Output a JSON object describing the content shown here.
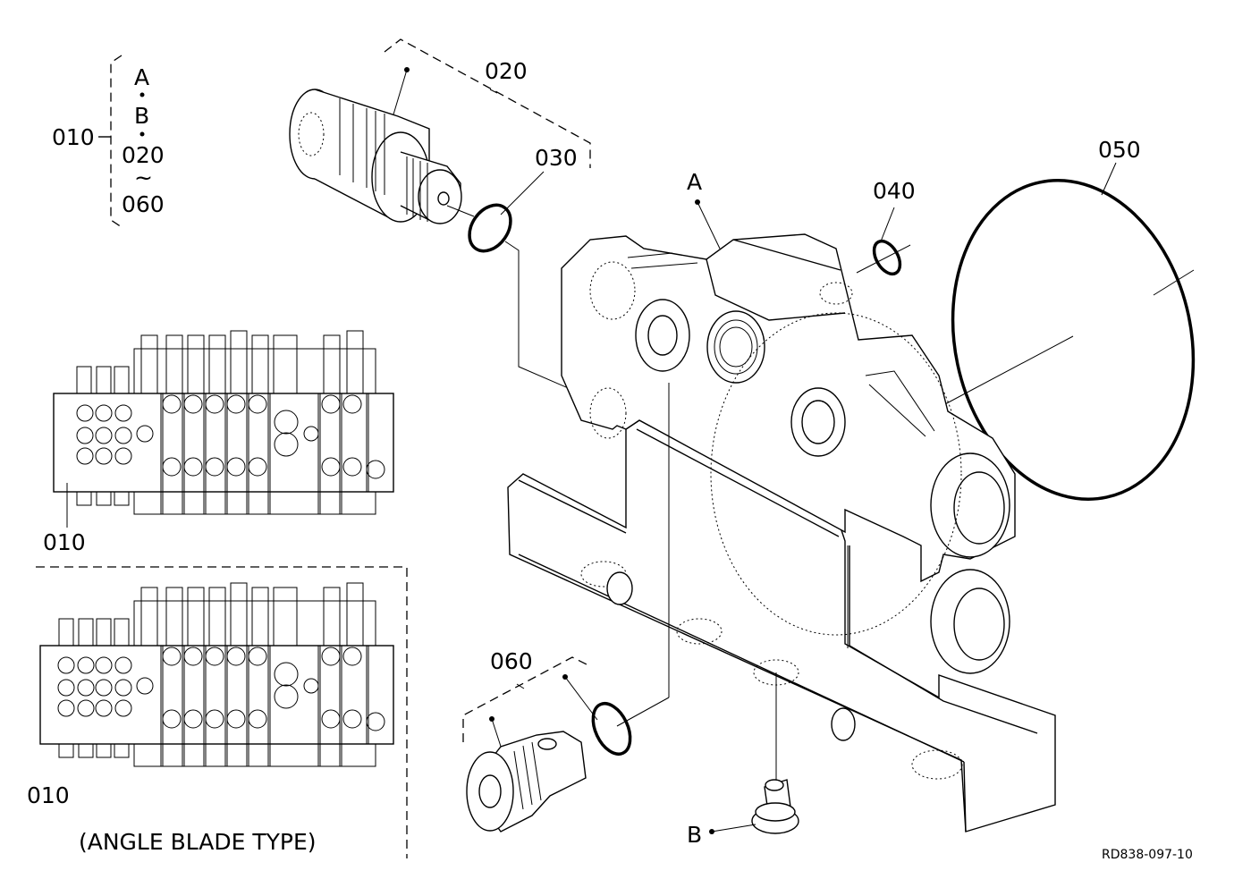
{
  "labels": {
    "assembly": "010",
    "bracket_a": "A",
    "bracket_b": "B",
    "bracket_from": "020",
    "bracket_tilde": "~",
    "bracket_to": "060",
    "plug_set": "020",
    "o_ring_small": "030",
    "port_a": "A",
    "o_ring_port": "040",
    "o_ring_large": "050",
    "plug_set_lower": "060",
    "bolt": "B",
    "valve_standard": "010",
    "valve_angle": "010",
    "angle_caption": "(ANGLE BLADE TYPE)",
    "drawing_number": "RD838-097-10"
  }
}
